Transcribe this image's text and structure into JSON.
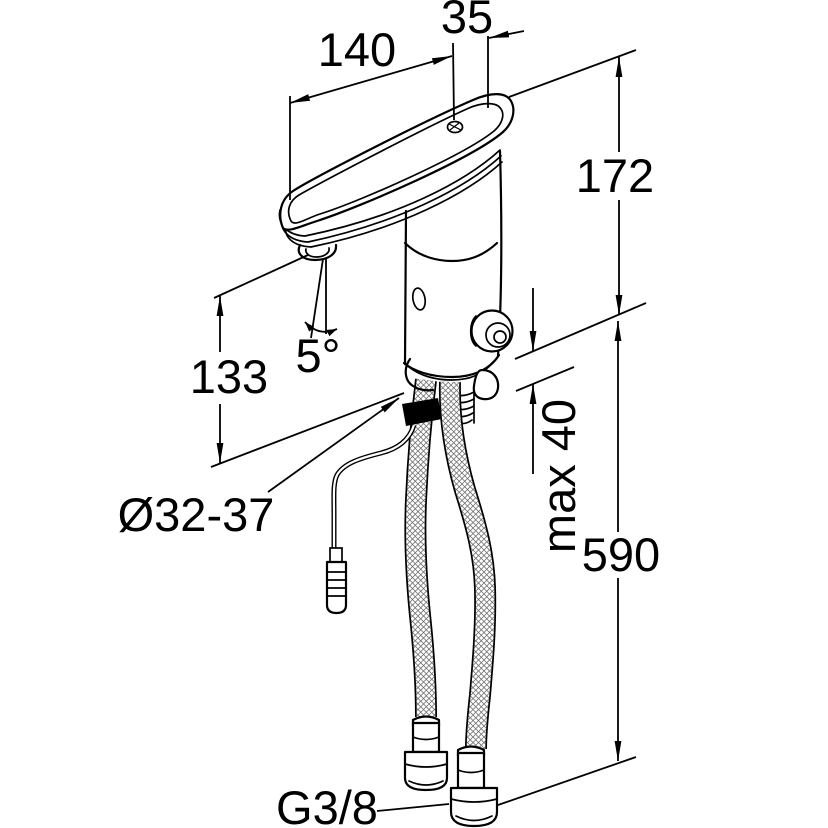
{
  "page": {
    "background": "#ffffff",
    "line_color": "#000000",
    "text_color": "#000000"
  },
  "dimensions": {
    "spout_reach": "140",
    "spout_offset": "35",
    "total_height": "172",
    "spout_height": "133",
    "spout_angle": "5°",
    "mounting_hole_diameter": "Ø32-37",
    "max_deck_thickness": "max 40",
    "connection_length": "590",
    "thread_size": "G3/8"
  }
}
